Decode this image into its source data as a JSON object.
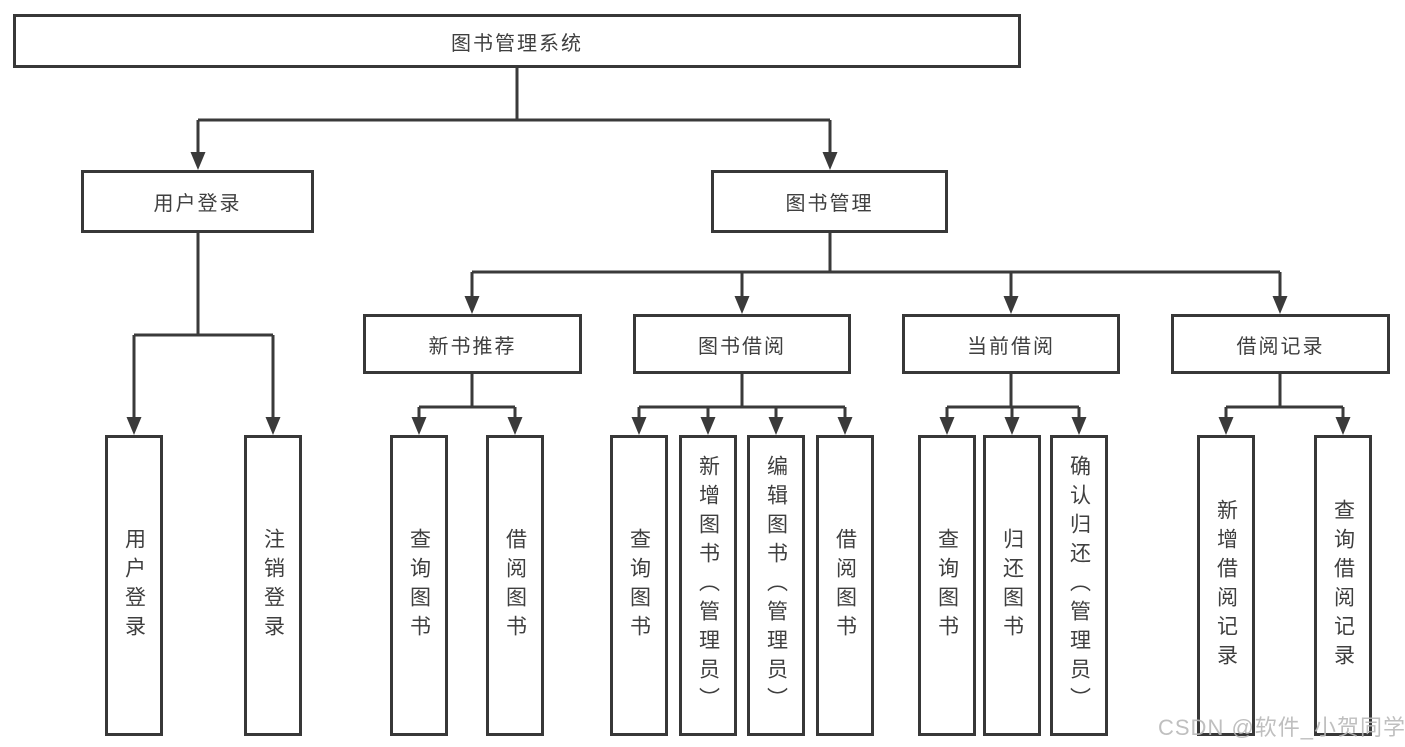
{
  "diagram": {
    "title": "图书管理系统",
    "nodes": {
      "root": "图书管理系统",
      "user_login": "用户登录",
      "book_mgmt": "图书管理",
      "new_book_rec": "新书推荐",
      "book_borrow": "图书借阅",
      "current_borrow": "当前借阅",
      "borrow_records": "借阅记录",
      "leaf_user_login": "用户登录",
      "leaf_logout": "注销登录",
      "nbr_query_books": "查询图书",
      "nbr_borrow_books": "借阅图书",
      "bb_query_books": "查询图书",
      "bb_add_books": "新增图书（管理员）",
      "bb_edit_books": "编辑图书（管理员）",
      "bb_borrow_books": "借阅图书",
      "cb_query_books": "查询图书",
      "cb_return_books": "归还图书",
      "cb_confirm_return": "确认归还（管理员）",
      "br_add_record": "新增借阅记录",
      "br_query_record": "查询借阅记录"
    },
    "edges": [
      {
        "from": "root",
        "to": [
          "user_login",
          "book_mgmt"
        ]
      },
      {
        "from": "user_login",
        "to": [
          "leaf_user_login",
          "leaf_logout"
        ]
      },
      {
        "from": "book_mgmt",
        "to": [
          "new_book_rec",
          "book_borrow",
          "current_borrow",
          "borrow_records"
        ]
      },
      {
        "from": "new_book_rec",
        "to": [
          "nbr_query_books",
          "nbr_borrow_books"
        ]
      },
      {
        "from": "book_borrow",
        "to": [
          "bb_query_books",
          "bb_add_books",
          "bb_edit_books",
          "bb_borrow_books"
        ]
      },
      {
        "from": "current_borrow",
        "to": [
          "cb_query_books",
          "cb_return_books",
          "cb_confirm_return"
        ]
      },
      {
        "from": "borrow_records",
        "to": [
          "br_add_record",
          "br_query_record"
        ]
      }
    ]
  },
  "watermark": {
    "text": "CSDN @软件_小贺同学"
  },
  "colors": {
    "background": "#ffffff",
    "line": "#3a3a3a",
    "box_border": "#383838",
    "text": "#3f3f3f",
    "watermark": "#b8b8b8"
  }
}
